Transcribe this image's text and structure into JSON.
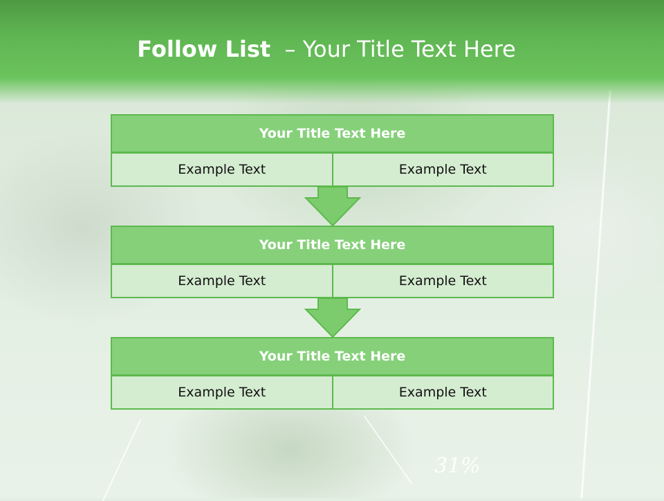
{
  "slide": {
    "title_bold": "Follow List",
    "title_rest": "  – Your Title Text Here"
  },
  "background": {
    "percent_label": "31%"
  },
  "blocks": [
    {
      "title": "Your Title Text Here",
      "left": "Example Text",
      "right": "Example Text"
    },
    {
      "title": "Your Title Text Here",
      "left": "Example Text",
      "right": "Example Text"
    },
    {
      "title": "Your Title Text Here",
      "left": "Example Text",
      "right": "Example Text"
    }
  ],
  "colors": {
    "header": "#6cc45e",
    "block_title": "#86d07a",
    "block_cell": "#d4ecd0",
    "border": "#5cb94d",
    "arrow": "#7ccc6e"
  }
}
